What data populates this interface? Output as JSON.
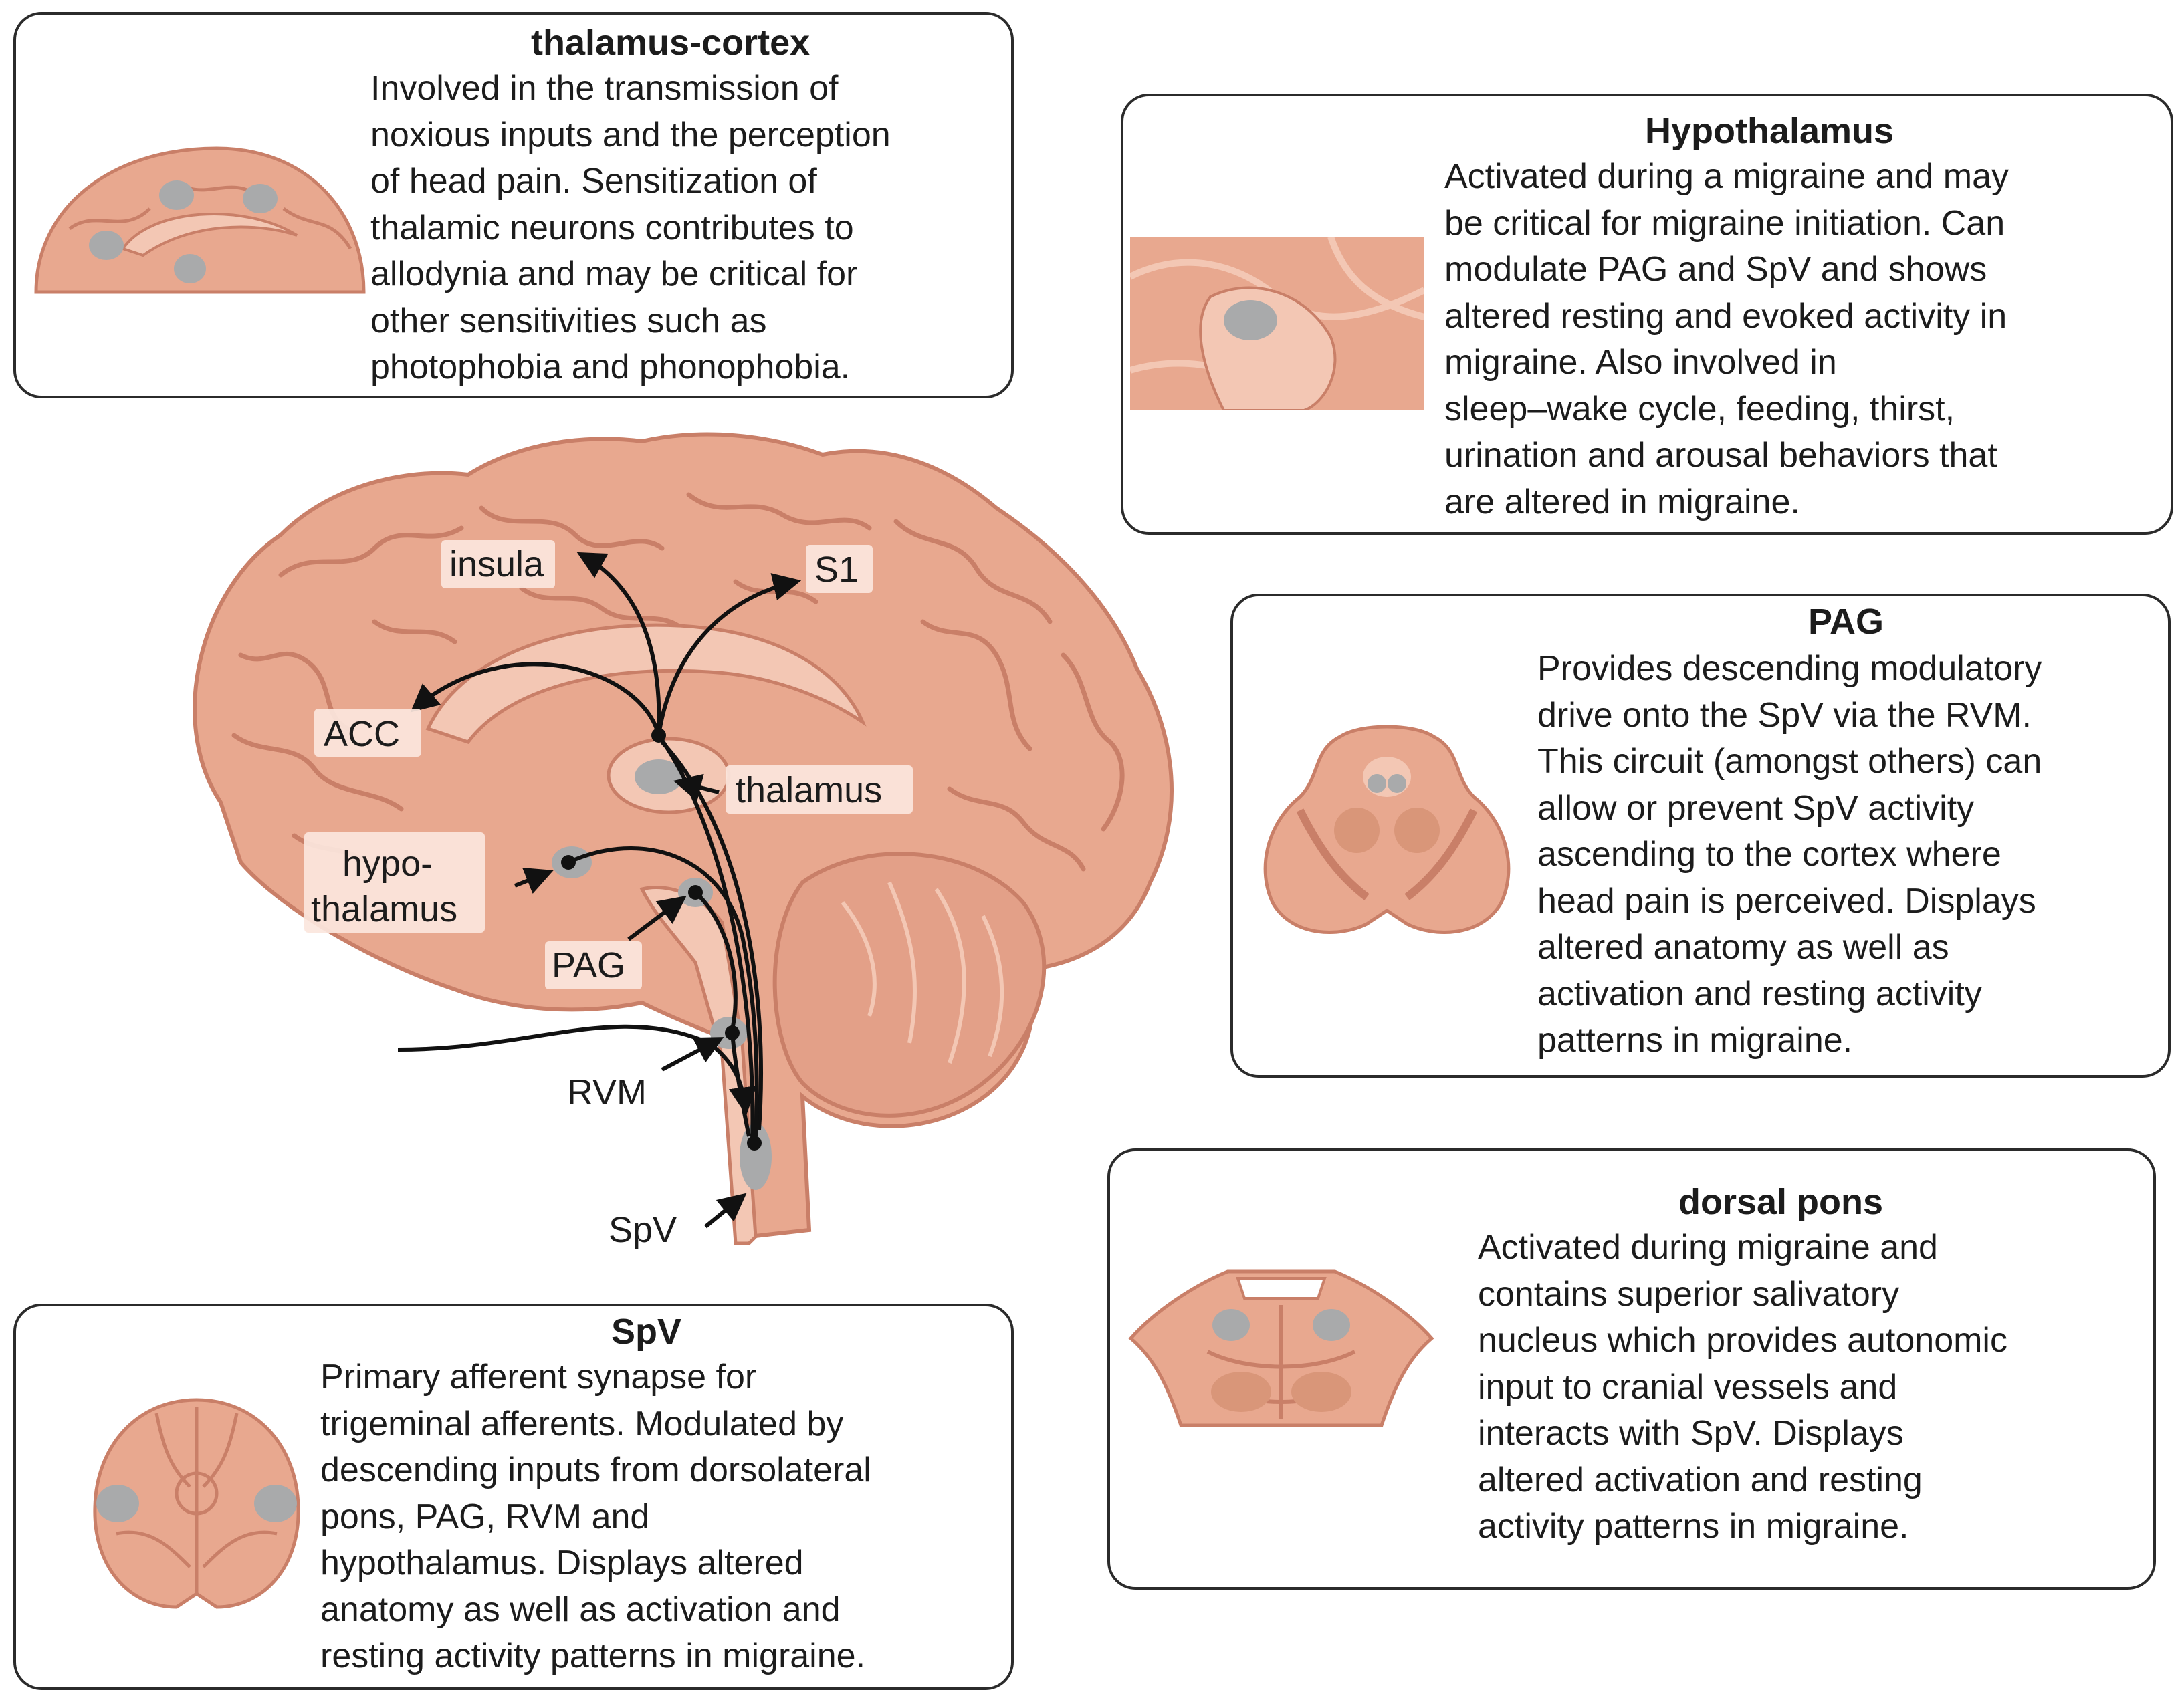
{
  "colors": {
    "brain": "#e8a88f",
    "brain_dark": "#c97f68",
    "brain_light": "#f3c7b4",
    "region_marker": "#a9aaab",
    "pathway": "#111111",
    "border": "#2b2b2b"
  },
  "cards": {
    "thalamus_cortex": {
      "title": "thalamus-cortex",
      "body": "Involved in the transmission of\nnoxious inputs and the perception\nof head pain. Sensitization of\nthalamic neurons contributes to\nallodynia and may be critical for\nother sensitivities such as\nphotophobia and phonophobia."
    },
    "hypothalamus": {
      "title": "Hypothalamus",
      "body": "Activated during a migraine and may\nbe critical for migraine initiation. Can\nmodulate PAG and SpV and shows\naltered resting and evoked activity in\nmigraine. Also involved in\nsleep–wake cycle, feeding, thirst,\nurination and arousal behaviors that\nare altered in migraine."
    },
    "pag": {
      "title": "PAG",
      "body": "Provides descending modulatory\ndrive onto the SpV via the RVM.\nThis circuit (amongst others) can\nallow or prevent SpV activity\nascending to the cortex where\nhead pain is perceived. Displays\naltered anatomy as well as\nactivation and resting activity\npatterns in migraine."
    },
    "dorsal_pons": {
      "title": "dorsal pons",
      "body": "Activated during migraine and\ncontains superior salivatory\nnucleus which provides autonomic\ninput to cranial vessels and\ninteracts with SpV. Displays\naltered activation and resting\nactivity patterns in migraine."
    },
    "spv": {
      "title": "SpV",
      "body": "Primary afferent synapse for\ntrigeminal afferents. Modulated by\ndescending inputs from dorsolateral\npons, PAG, RVM and\nhypothalamus. Displays altered\nanatomy as well as activation and\nresting activity patterns in migraine."
    }
  },
  "brain_labels": {
    "insula": "insula",
    "s1": "S1",
    "acc": "ACC",
    "thalamus": "thalamus",
    "hypothalamus_line1": "hypo-",
    "hypothalamus_line2": "thalamus",
    "pag": "PAG",
    "rvm": "RVM",
    "spv": "SpV"
  }
}
